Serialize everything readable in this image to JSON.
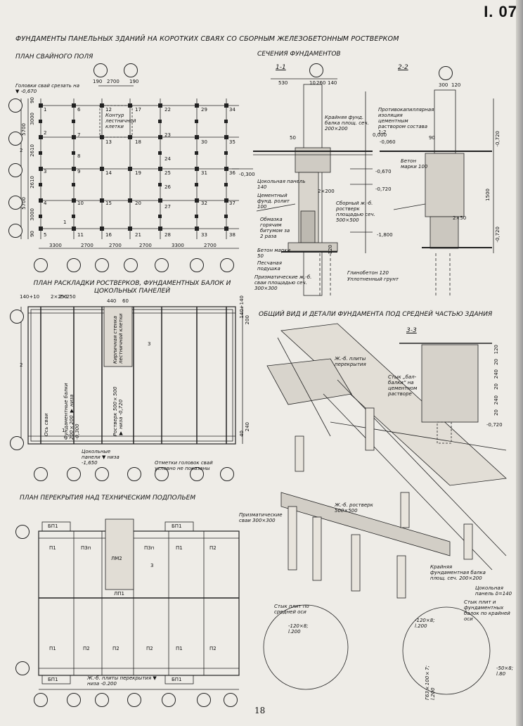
{
  "sheet_code": "I. 07",
  "main_title": "Фундаменты панельных зданий на коротких сваях со сборным железобетонным ростверком",
  "page_number": "18",
  "sections": {
    "pile_plan": "План свайного поля",
    "foundation_sections": "Сечения фундаментов",
    "grillage_plan": "План раскладки ростверков, фундаментных балок и цокольных панелей",
    "general_view": "Общий вид и детали фундамента под средней частью здания",
    "floor_plan": "План перекрытия над техническим подпольем"
  },
  "section_marks": {
    "s11": "1-1",
    "s22": "2-2",
    "s33": "3-3"
  },
  "pile_plan": {
    "pile_head_note": "Головки свай срезать на ▼ -0,670",
    "stair_note": "Контур лестничной клетки",
    "top_dims": [
      "190",
      "2700",
      "190"
    ],
    "bottom_dims": [
      "3300",
      "2700",
      "2700",
      "2700",
      "3300",
      "2700"
    ],
    "left_dims": [
      "90",
      "3000",
      "5700",
      "2610",
      "2610",
      "5700",
      "3000",
      "90"
    ],
    "pile_numbers": [
      "1",
      "2",
      "3",
      "4",
      "5",
      "6",
      "7",
      "8",
      "9",
      "10",
      "11",
      "12",
      "13",
      "14",
      "15",
      "16",
      "17",
      "18",
      "19",
      "20",
      "21",
      "22",
      "23",
      "24",
      "25",
      "26",
      "27",
      "28",
      "29",
      "30",
      "31",
      "32",
      "33",
      "34",
      "35",
      "36",
      "37",
      "38"
    ]
  },
  "sections_labels": {
    "dims_top_11": [
      "530",
      "10",
      "260",
      "140"
    ],
    "dims_top_22": [
      "300",
      "120"
    ],
    "beam_note": "Крайняя фунд. балка площ. сеч. 200×200",
    "capillary_note": "Противокапиллярная изоляция цементным раствором состава 1:2",
    "concrete_note": "Бетон марки 100",
    "plinth_panel": "Цокольная панель 140",
    "cement_floor": "Цементный фунд. ролит 100",
    "grillage_note": "Сборный ж.-б. ростверк площадью сеч. 500×500",
    "coating": "Обмазка горячим битумом за 2 раза",
    "concrete_50": "Бетон марки 50",
    "sand_cushion": "Песчаная подушка",
    "prism_piles": "Призматические ж.-б. сваи площадью сеч. 300×300",
    "clay_concrete": "Глинобетон 120",
    "compacted_soil": "Уплотненный грунт",
    "levels": [
      "0,000",
      "-0,060",
      "-0,300",
      "-0,670",
      "-0,720",
      "-1,800",
      "-0,720",
      "-0,720"
    ],
    "misc_dims": [
      "50",
      "90",
      "2×200",
      "2×250",
      "2×50",
      "120",
      "1500"
    ]
  },
  "grillage_plan": {
    "top_dims": [
      "140+10",
      "2×250",
      "440",
      "60"
    ],
    "brick_wall": "Кирпичная стенка лестничной клетки",
    "foundation_beams": "Фундаментные балки 200×200 ▼ низа -0,300",
    "grillage": "Ростверк 500×500 ▼ низа -0,720",
    "pile_axis": "Ось сваи",
    "plinth_panels": "Цокольные панели ▼ низа -1,650",
    "pile_heads_note": "Отметки головок свай условно не показаны",
    "side_dims": [
      "140+140",
      "200",
      "240",
      "40"
    ]
  },
  "general_view": {
    "slabs": "Ж.-б. плиты перекрытия",
    "joint_note": "Стык „бал-балки“ на цементном растворе",
    "grillage": "Ж.-б. ростверк 500×500",
    "prism_piles": "Призматические сваи 300×300",
    "edge_beam": "Крайняя фундаментная балка площ. сеч. 200×200",
    "plinth_panel": "Цокольная панель δ=140",
    "joint_middle": "Стык плит по средней оси",
    "joint_edge": "Стык плит и фундаментных балок по крайней оси",
    "plate1": "-120×8; l.200",
    "plate2": "-120×8; l.200",
    "plate3": "-50×8; l.80",
    "plate4": "Г63×100×7; l.200",
    "dims": [
      "120",
      "20",
      "240",
      "20",
      "240",
      "20",
      "-0,720"
    ]
  },
  "floor_plan": {
    "slab_labels": [
      "БП1",
      "БП1",
      "П1",
      "П3п",
      "П3п",
      "П1",
      "П2",
      "ЛМ2",
      "ЛП1",
      "П1",
      "П2",
      "П2",
      "П2",
      "П1",
      "П2",
      "БП1",
      "БП1"
    ],
    "slab_note": "Ж.-б. плиты перекрытия ▼ низа -0.200"
  },
  "cut_marks": [
    "1",
    "1",
    "2",
    "2",
    "3",
    "3"
  ]
}
